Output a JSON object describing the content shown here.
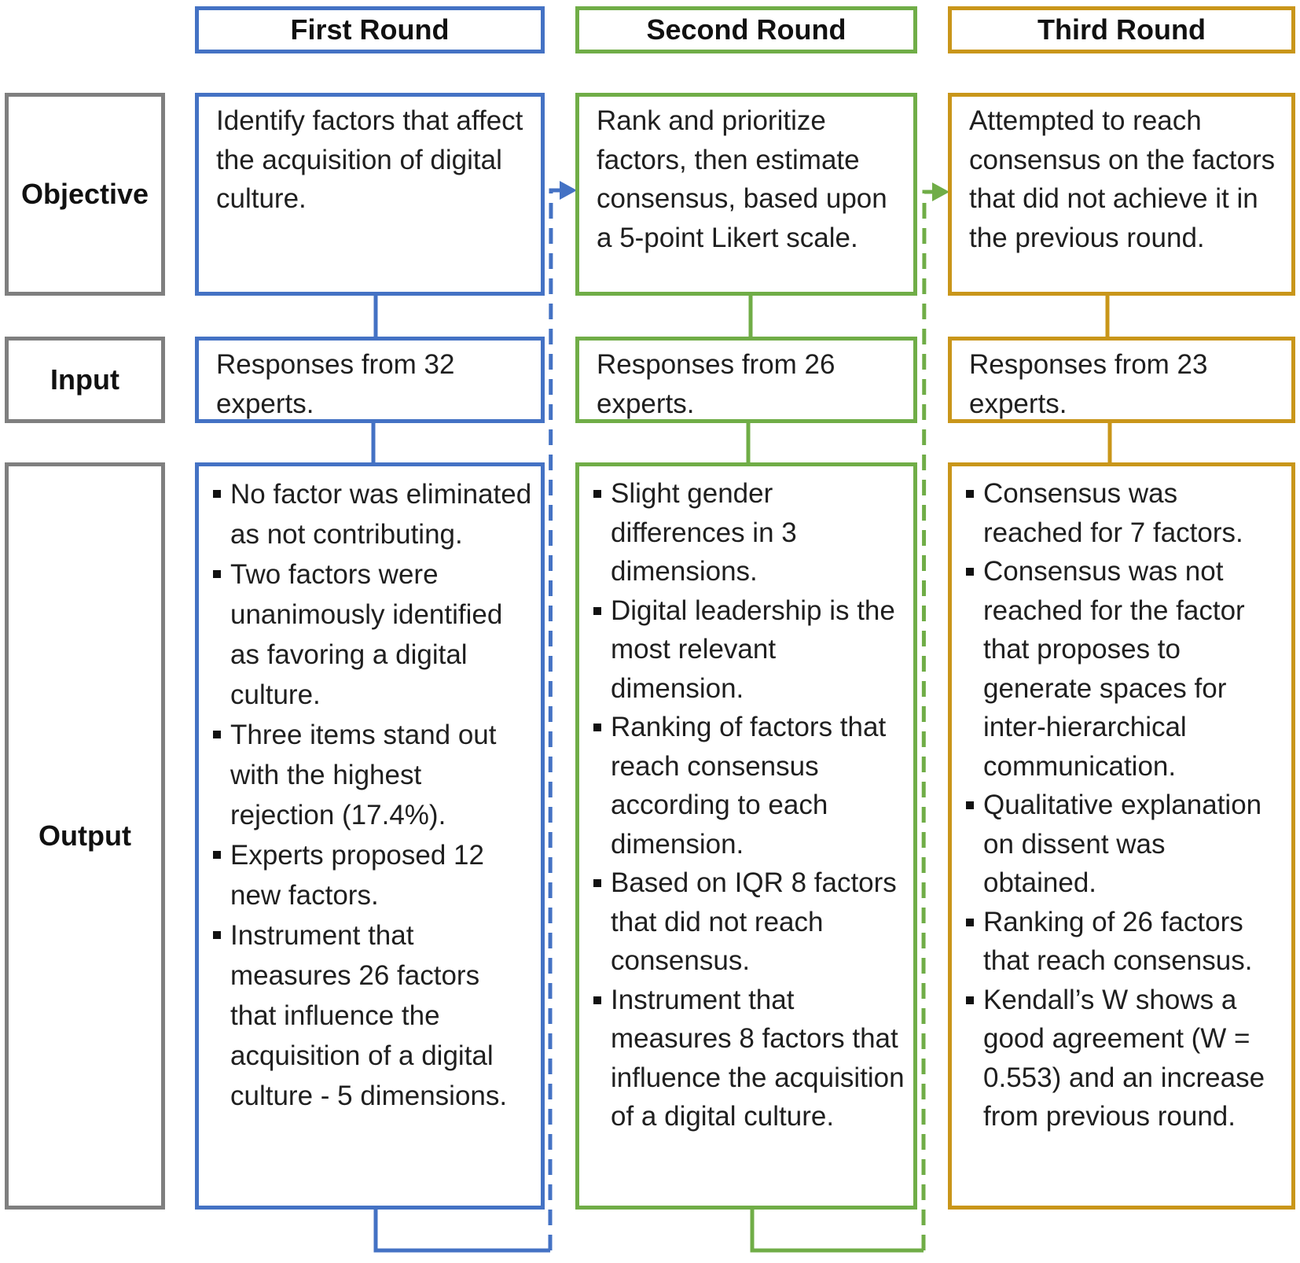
{
  "headers": {
    "first": "First Round",
    "second": "Second Round",
    "third": "Third Round"
  },
  "row_labels": {
    "objective": "Objective",
    "input": "Input",
    "output": "Output"
  },
  "objectives": {
    "first": "Identify factors that affect the acquisition of digital culture.",
    "second": "Rank and prioritize factors, then estimate consensus, based upon a 5-point Likert scale.",
    "third": "Attempted to reach consensus on the factors that did not achieve it in the previous round."
  },
  "inputs": {
    "first": "Responses from 32 experts.",
    "second": "Responses from 26 experts.",
    "third": "Responses from 23 experts."
  },
  "outputs": {
    "first": [
      "No factor was eliminated as not contributing.",
      "Two factors were unanimously identified as favoring a digital culture.",
      "Three items stand out with the highest rejection (17.4%).",
      "Experts proposed 12 new factors.",
      "Instrument that measures 26 factors that influence the acquisition of a digital culture - 5 dimensions."
    ],
    "second": [
      "Slight gender differences in 3 dimensions.",
      "Digital leadership is the most relevant dimension.",
      "Ranking of factors that reach consensus according to each dimension.",
      "Based on IQR 8 factors that did not reach consensus.",
      "Instrument that measures 8 factors that influence the acquisition of a digital culture."
    ],
    "third": [
      "Consensus was reached for 7 factors.",
      "Consensus was not reached for the factor that proposes to generate spaces for inter-hierarchical communication.",
      "Qualitative explanation on dissent was obtained.",
      "Ranking of 26 factors that reach consensus.",
      "Kendall’s W shows a good agreement (W = 0.553) and an increase from previous round."
    ]
  },
  "colors": {
    "first": "#4472C4",
    "second": "#70AD47",
    "third": "#C9961A",
    "labels": "#7F7F7F"
  }
}
